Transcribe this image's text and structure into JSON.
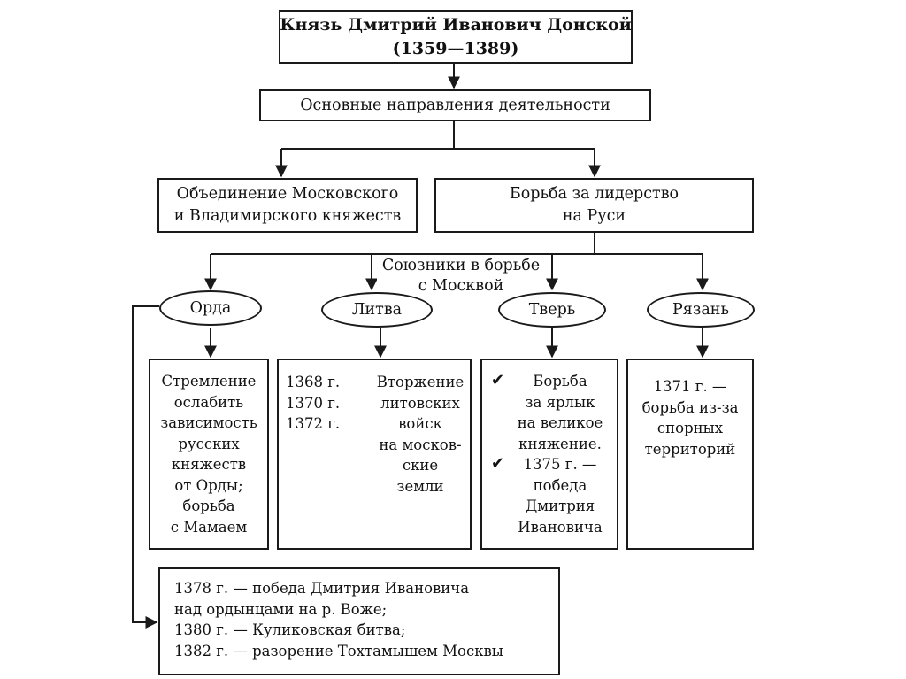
{
  "top": {
    "line1": "Князь Дмитрий Иванович Донской",
    "line2": "(1359—1389)"
  },
  "directions": "Основные направления деятельности",
  "left_branch": {
    "line1": "Объединение Московского",
    "line2": "и Владимирского княжеств"
  },
  "right_branch": {
    "line1": "Борьба за лидерство",
    "line2": "на Руси"
  },
  "allies_label": {
    "line1": "Союзники в  борьбе",
    "line2": "с Москвой"
  },
  "ovals": {
    "orda": "Орда",
    "litva": "Литва",
    "tver": "Тверь",
    "ryazan": "Рязань"
  },
  "orda_box": [
    "Стремление",
    "ослабить",
    "зависимость",
    "русских",
    "княжеств",
    "от Орды;",
    "борьба",
    "с Мамаем"
  ],
  "litva_box": {
    "years": [
      "1368 г.",
      "1370 г.",
      "1372 г."
    ],
    "text": [
      "Вторжение",
      "литовских",
      "войск",
      "на москов-",
      "ские",
      "земли"
    ]
  },
  "tver_box": {
    "item1": [
      "Борьба",
      "за ярлык",
      "на великое",
      "княжение."
    ],
    "item2": [
      "1375 г. —",
      "победа",
      "Дмитрия",
      "Ивановича"
    ]
  },
  "ryazan_box": [
    "1371 г. —",
    "борьба из-за",
    "спорных",
    "территорий"
  ],
  "bottom_box": [
    "1378 г. — победа Дмитрия Ивановича",
    "над ордынцами на р. Воже;",
    "1380 г. — Куликовская битва;",
    "1382 г. — разорение Тохтамышем Москвы"
  ],
  "icons": {
    "check": "✔"
  },
  "colors": {
    "line": "#1a1a1a",
    "background": "#ffffff"
  }
}
